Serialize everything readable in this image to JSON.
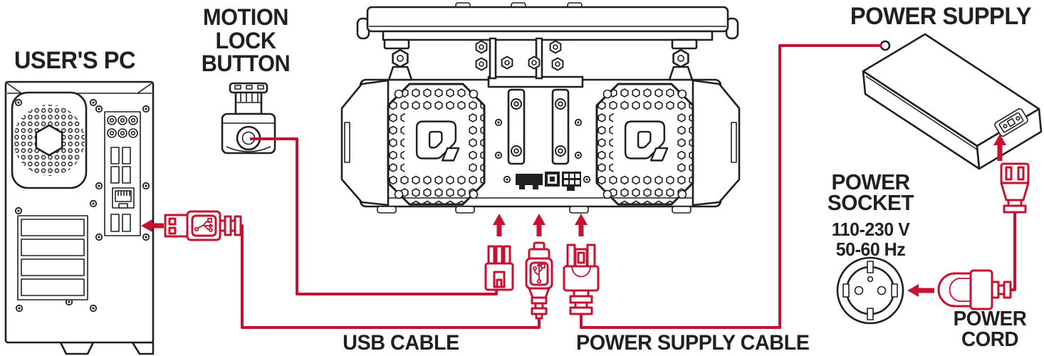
{
  "colors": {
    "cable_red": "#C41230",
    "ink": "#231F20",
    "background": "#FFFFFF"
  },
  "labels": {
    "users_pc": "USER'S PC",
    "motion_lock_button": [
      "MOTION",
      "LOCK",
      "BUTTON"
    ],
    "power_supply": "POWER SUPPLY",
    "power_socket": [
      "POWER",
      "SOCKET"
    ],
    "power_socket_voltage": "110-230 V",
    "power_socket_frequency": "50-60 Hz",
    "usb_cable": "USB CABLE",
    "power_supply_cable": "POWER SUPPLY CABLE",
    "power_cord": [
      "POWER",
      "CORD"
    ]
  },
  "icons": {
    "usb_trident_icon": "USB trident symbol",
    "q_logo_icon": "Q brand logo on device grille",
    "up_arrow_icon": "red arrow pointing up into port",
    "left_arrow_icon": "red arrow pointing left into port",
    "schuko_socket_icon": "European power socket",
    "schuko_plug_icon": "European power plug",
    "iec_c13_plug_icon": "IEC C13 appliance plug"
  }
}
